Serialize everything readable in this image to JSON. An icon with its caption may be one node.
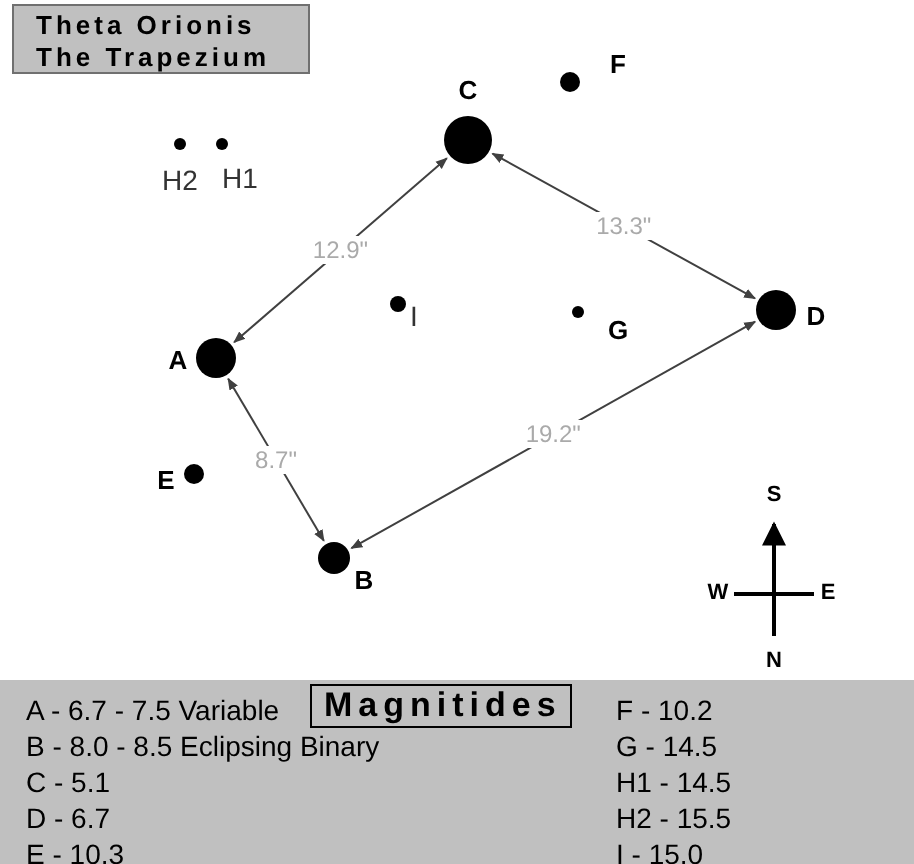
{
  "diagram": {
    "title": "Theta Orionis The Trapezium",
    "nodes": [
      {
        "text": [
          "C"
        ]
      },
      {
        "text": [
          "F"
        ]
      },
      {
        "text": [
          "H2"
        ]
      },
      {
        "text": [
          "H1"
        ]
      },
      {
        "text": [
          "A"
        ]
      },
      {
        "text": [
          "I"
        ]
      },
      {
        "text": [
          "G"
        ]
      },
      {
        "text": [
          "D"
        ]
      },
      {
        "text": [
          "E"
        ]
      },
      {
        "text": [
          "B"
        ]
      }
    ],
    "edges": [
      {
        "from": 4,
        "to": 0,
        "arrow": "both",
        "label": "12.9\""
      },
      {
        "from": 0,
        "to": 7,
        "arrow": "both",
        "label": "13.3\""
      },
      {
        "from": 4,
        "to": 9,
        "arrow": "both",
        "label": "8.7\""
      },
      {
        "from": 9,
        "to": 7,
        "arrow": "both",
        "label": "19.2\""
      }
    ],
    "labels": [
      "S",
      "W",
      "E",
      "N",
      "A - 6.7 - 7.5 Variable",
      "Magnitides",
      "F - 10.2",
      "B - 8.0 - 8.5 Eclipsing Binary",
      "G - 14.5",
      "C - 5.1",
      "H1 - 14.5",
      "D - 6.7",
      "H2 - 15.5",
      "E - 10.3",
      "I - 15.0"
    ]
  }
}
